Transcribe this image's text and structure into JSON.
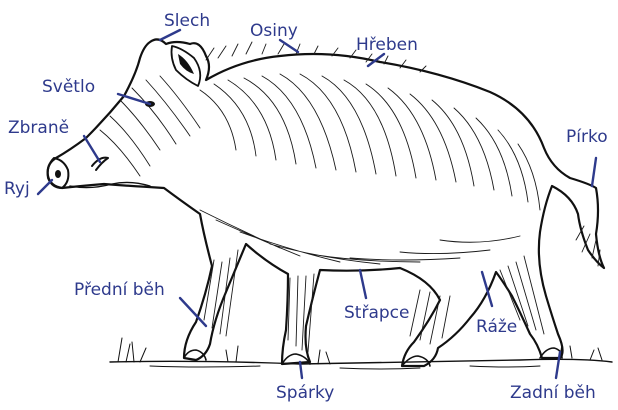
{
  "diagram": {
    "accent_color": "#2e3a8c",
    "labels": {
      "slech": "Slech",
      "osiny": "Osiny",
      "hreben": "Hřeben",
      "svetlo": "Světlo",
      "zbrane": "Zbraně",
      "ryj": "Ryj",
      "pirko": "Pírko",
      "predni_beh": "Přední běh",
      "strapce": "Střapce",
      "raze": "Ráže",
      "sparky": "Spárky",
      "zadni_beh": "Zadní běh"
    }
  }
}
